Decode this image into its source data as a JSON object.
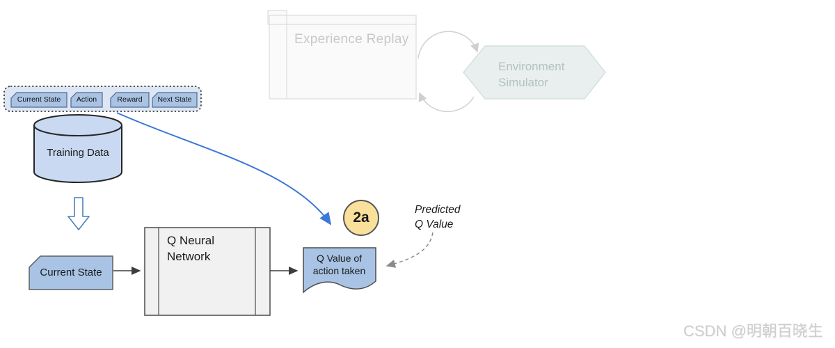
{
  "diagram": {
    "faded_flow": {
      "experience_replay_label": "Experience Replay",
      "environment_simulator_label": "Environment\nSimulator"
    },
    "replay_tuple": {
      "items": [
        {
          "label": "Current State"
        },
        {
          "label": "Action"
        },
        {
          "label": "Reward"
        },
        {
          "label": "Next State"
        }
      ]
    },
    "training_data_label": "Training Data",
    "current_state_label": "Current State",
    "q_network_label": "Q Neural\nNetwork",
    "q_value_doc_label": "Q Value of\naction taken",
    "step_badge_label": "2a",
    "predicted_q_label": "Predicted\nQ Value",
    "watermark": "CSDN @明朝百晓生",
    "colors": {
      "shape_blue_fill": "#a8c3e4",
      "cylinder_fill": "#c9d9f2",
      "badge_yellow": "#f9e19b",
      "arrow_blue": "#3b78d7",
      "faded_gray": "#d2d2d2",
      "hexagon_fill": "#e8efee",
      "dashed_box_fill": "#dce6f4"
    }
  }
}
